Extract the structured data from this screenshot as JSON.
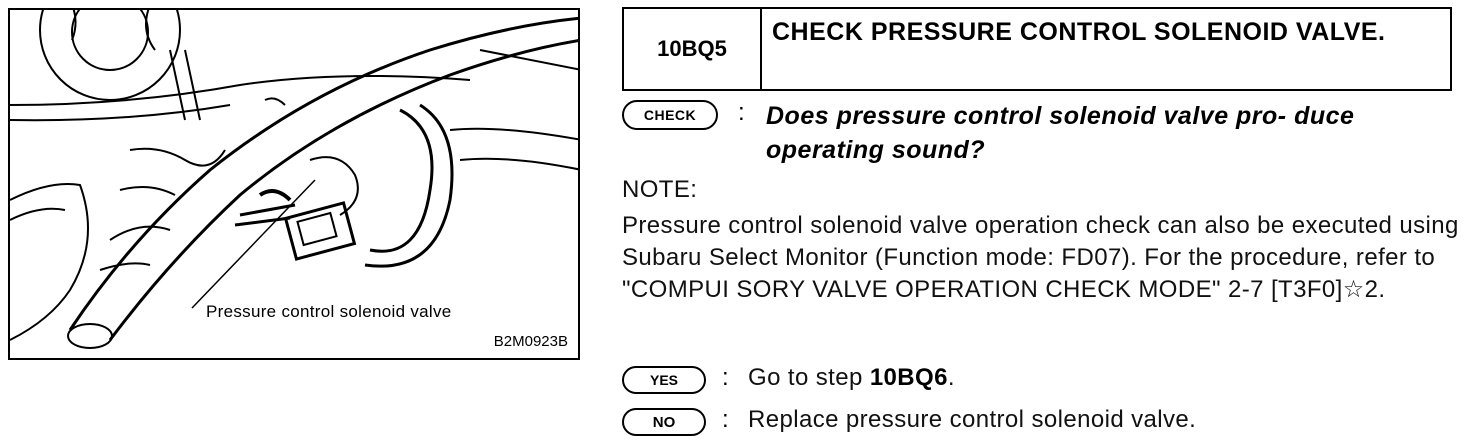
{
  "figure": {
    "caption": "Pressure control solenoid valve",
    "code": "B2M0923B"
  },
  "step": {
    "id": "10BQ5",
    "title": "CHECK PRESSURE CONTROL SOLENOID VALVE."
  },
  "check": {
    "badge": "CHECK",
    "colon": ":",
    "question": "Does pressure control solenoid valve pro- duce operating sound?"
  },
  "note": {
    "label": "NOTE:",
    "text": "Pressure control solenoid valve operation check can also be executed using Subaru Select Monitor (Function mode: FD07). For the procedure, refer to \"COMPUI SORY VALVE OPERATION CHECK MODE\" 2-7 [T3F0]☆2."
  },
  "yes": {
    "badge": "YES",
    "colon": ":",
    "text": "Go to step ",
    "target": "10BQ6",
    "end": "."
  },
  "no": {
    "badge": "NO",
    "colon": ":",
    "text": "Replace pressure control solenoid valve."
  }
}
